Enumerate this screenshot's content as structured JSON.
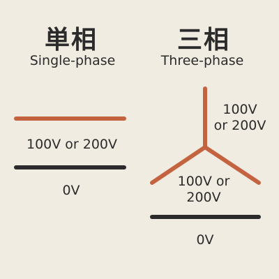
{
  "single_phase": {
    "title_ja": "単相",
    "title_en": "Single-phase",
    "voltage_label": "100V or 200V",
    "ground_label": "0V"
  },
  "three_phase": {
    "title_ja": "三相",
    "title_en": "Three-phase",
    "upper_voltage_line1": "100V",
    "upper_voltage_line2": "or 200V",
    "lower_voltage_line1": "100V or",
    "lower_voltage_line2": "200V",
    "ground_label": "0V"
  },
  "colors": {
    "background": "#f1ece2",
    "live_wire": "#c4633f",
    "neutral_wire": "#2b2b2b",
    "text": "#2b2b2b"
  }
}
